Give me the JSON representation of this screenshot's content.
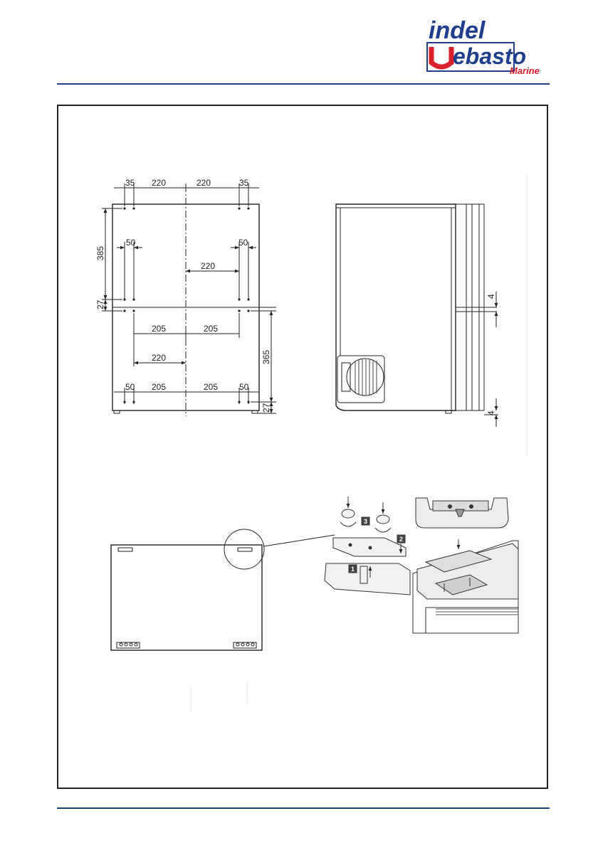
{
  "logo": {
    "word1": "indel",
    "word2": "ebasto",
    "word3": "Marine",
    "brand_blue": "#1f3f8e",
    "brand_red": "#d9202b"
  },
  "front_view": {
    "top_dims": [
      "35",
      "220",
      "220",
      "35"
    ],
    "upper_dims": [
      "50",
      "50"
    ],
    "mid_dim": "220",
    "lower_dims": [
      "205",
      "205"
    ],
    "lower_mid_dim": "220",
    "bottom_dims": [
      "50",
      "205",
      "205",
      "50"
    ],
    "left_dims": [
      "385",
      "27"
    ],
    "right_dims": [
      "365",
      "27"
    ]
  },
  "side_view": {
    "dims": [
      "4",
      "4"
    ]
  },
  "hinge_steps": [
    "1",
    "2",
    "3"
  ]
}
